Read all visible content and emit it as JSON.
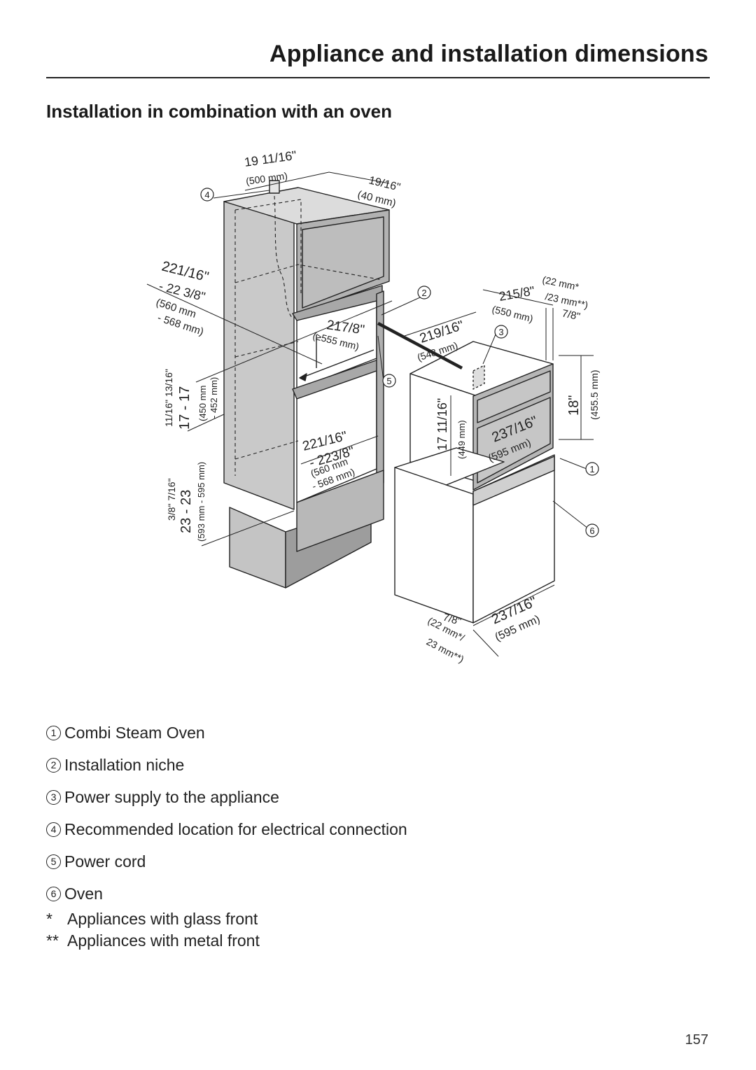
{
  "header": {
    "title": "Appliance and installation dimensions"
  },
  "section": {
    "title": "Installation in combination with an oven"
  },
  "diagram": {
    "callouts": [
      "1",
      "2",
      "3",
      "4",
      "5",
      "6"
    ],
    "labels": {
      "top_width_in": "19 11/16\"",
      "top_width_mm": "(500 mm)",
      "top_depth_in": "19/16\"",
      "top_depth_mm": "(40 mm)",
      "left_depth_in_a": "221/16\"",
      "left_depth_in_b": "- 22 3/8\"",
      "left_depth_mm_a": "(560 mm",
      "left_depth_mm_b": "- 568 mm)",
      "niche_height_in": "11/16\" 13/16\"",
      "niche_height_in_b": "17  - 17",
      "niche_height_mm": "(450 mm",
      "niche_height_mm_b": "- 452 mm)",
      "total_height_in": "3/8\" 7/16\"",
      "total_height_in_b": "23 - 23",
      "total_height_mm": "(593 mm - 595 mm)",
      "niche_depth_in": "217/8\"",
      "niche_depth_mm": "(≥555 mm)",
      "oven_depth_in_a": "221/16\"",
      "oven_depth_in_b": "- 223/8\"",
      "oven_depth_mm_a": "(560 mm",
      "oven_depth_mm_b": "- 568 mm)",
      "app_depth_in": "219/16\"",
      "app_depth_mm": "(548 mm)",
      "app_depth2_in": "215/8\"",
      "app_depth2_mm": "(550 mm)",
      "front_mm_a": "(22 mm*",
      "front_mm_b": "/23 mm**)",
      "front_in": "7/8\"",
      "app_height_in": "18\"",
      "app_height_mm": "(455.5 mm)",
      "app_inner_in": "17 11/16\"",
      "app_inner_mm": "(449 mm)",
      "app_width_in": "237/16\"",
      "app_width_mm": "(595 mm)",
      "oven_width_in": "237/16\"",
      "oven_width_mm": "(595 mm)",
      "oven_front_in": "7/8\"",
      "oven_front_mm_a": "(22 mm*/",
      "oven_front_mm_b": "23 mm**)"
    }
  },
  "legend": [
    {
      "num": "1",
      "label": "Combi Steam Oven"
    },
    {
      "num": "2",
      "label": "Installation niche"
    },
    {
      "num": "3",
      "label": "Power supply to the appliance"
    },
    {
      "num": "4",
      "label": "Recommended location for electrical connection"
    },
    {
      "num": "5",
      "label": "Power cord"
    },
    {
      "num": "6",
      "label": "Oven"
    }
  ],
  "notes": [
    {
      "mark": "*",
      "text": "Appliances with glass front"
    },
    {
      "mark": "**",
      "text": "Appliances with metal front"
    }
  ],
  "page_number": "157"
}
